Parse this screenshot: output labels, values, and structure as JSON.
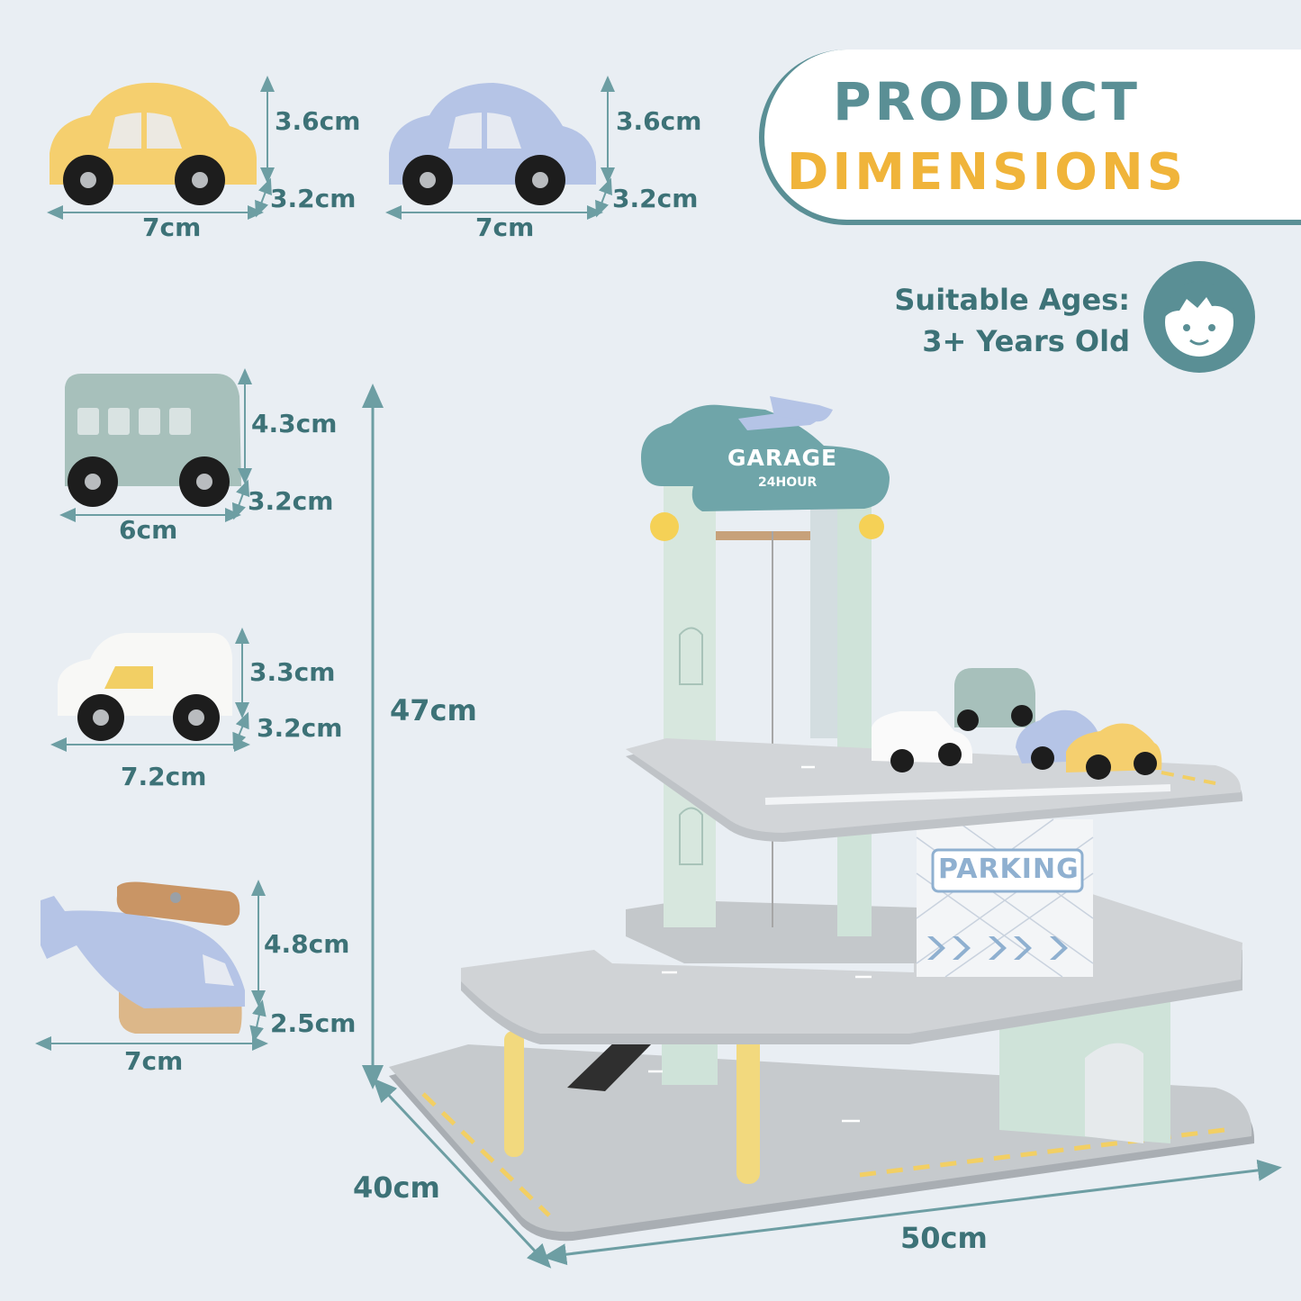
{
  "header": {
    "title_line1": "PRODUCT",
    "title_line2": "DIMENSIONS"
  },
  "ages": {
    "line1": "Suitable Ages:",
    "line2": "3+ Years Old",
    "icon": "child-face-icon"
  },
  "items": {
    "yellow_car": {
      "height": "3.6cm",
      "depth": "3.2cm",
      "width": "7cm"
    },
    "blue_car": {
      "height": "3.6cm",
      "depth": "3.2cm",
      "width": "7cm"
    },
    "bus": {
      "height": "4.3cm",
      "depth": "3.2cm",
      "width": "6cm"
    },
    "white_car": {
      "height": "3.3cm",
      "depth": "3.2cm",
      "width": "7.2cm"
    },
    "helicopter": {
      "height": "4.8cm",
      "depth": "2.5cm",
      "width": "7cm"
    }
  },
  "garage": {
    "height": "47cm",
    "depth": "40cm",
    "width": "50cm",
    "sign_title": "GARAGE",
    "sign_sub": "24HOUR",
    "parking_label": "PARKING"
  },
  "colors": {
    "accent": "#5a8f95",
    "yellow": "#f0b43a",
    "text": "#3d7277",
    "background": "#e9eef3"
  }
}
